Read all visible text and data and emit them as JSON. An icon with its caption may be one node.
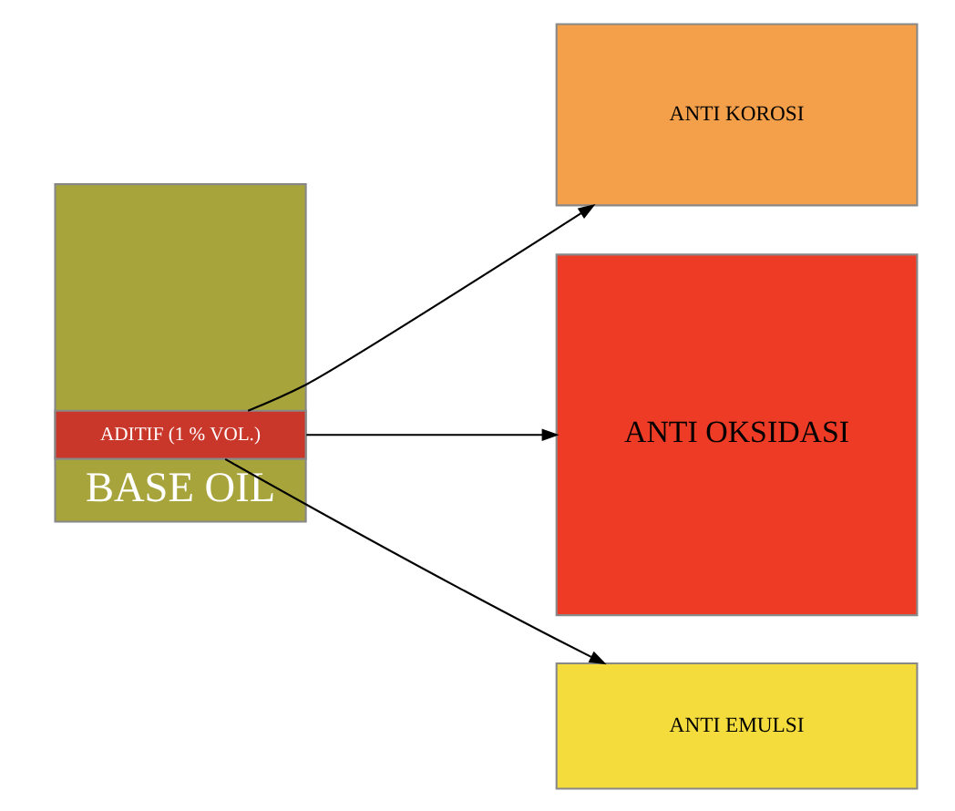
{
  "diagram": {
    "nodes": [
      {
        "text": [
          "BASE OIL"
        ]
      },
      {
        "text": [
          "ADITIF (1 % VOL.)"
        ],
        "in": 0
      },
      {
        "text": [
          "ANTI KOROSI"
        ]
      },
      {
        "text": [
          "ANTI OKSIDASI"
        ]
      },
      {
        "text": [
          "ANTI EMULSI"
        ]
      }
    ],
    "edges": [
      {
        "from": 1,
        "to": 2,
        "arrow": "to"
      },
      {
        "from": 1,
        "to": 3,
        "arrow": "to"
      },
      {
        "from": 1,
        "to": 4,
        "arrow": "to"
      }
    ]
  }
}
